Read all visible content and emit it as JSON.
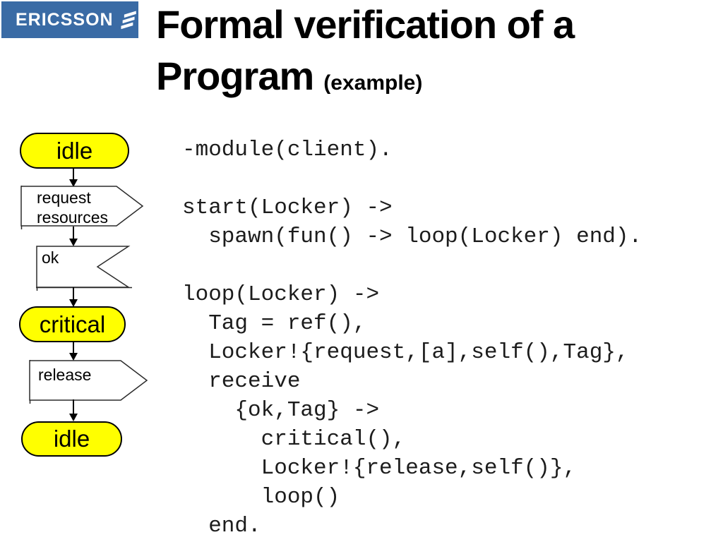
{
  "logo": {
    "brand": "ERICSSON"
  },
  "title": {
    "line1": "Formal verification of a",
    "line2": "Program",
    "annotation": "(example)"
  },
  "flowchart": {
    "idle_top": "idle",
    "request": "request\nresources",
    "ok": "ok",
    "critical": "critical",
    "release": "release",
    "idle_bottom": "idle"
  },
  "code": {
    "lines": [
      "-module(client).",
      "",
      "start(Locker) ->",
      "  spawn(fun() -> loop(Locker) end).",
      "",
      "loop(Locker) ->",
      "  Tag = ref(),",
      "  Locker!{request,[a],self(),Tag},",
      "  receive",
      "    {ok,Tag} ->",
      "      critical(),",
      "      Locker!{release,self()},",
      "      loop()",
      "  end."
    ]
  },
  "colors": {
    "state_fill": "#FFFF00",
    "logo_blue": "#3A6BA5",
    "ink": "#000000",
    "code_ink": "#1C1C1C"
  }
}
